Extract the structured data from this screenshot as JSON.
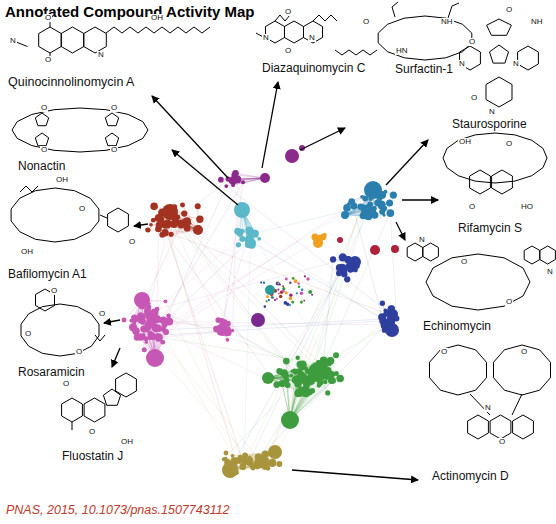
{
  "diagram": {
    "title": "Annotated Compound Activity Map",
    "caption": "PNAS, 2015, 10.1073/pnas.1507743112",
    "labels": [
      "Quinocinnolinomycin A",
      "Diazaquinomycin C",
      "Surfactin-1",
      "Staurosporine",
      "Nonactin",
      "Bafilomycin A1",
      "Rosaramicin",
      "Fluostatin J",
      "Rifamycin S",
      "Echinomycin",
      "Actinomycin D",
      "O",
      "O",
      "OH",
      "N",
      "N",
      "O",
      "O",
      "N",
      "N",
      "O",
      "NH",
      "HN",
      "O",
      "O",
      "NH",
      "N",
      "N",
      "O",
      "N",
      "O",
      "O",
      "O",
      "O",
      "OH",
      "O",
      "OH",
      "O",
      "O",
      "O",
      "O",
      "O",
      "O",
      "O",
      "OH",
      "OH",
      "O",
      "O",
      "HO",
      "N",
      "N",
      "O",
      "O",
      "O",
      "O",
      "N",
      "O"
    ]
  }
}
